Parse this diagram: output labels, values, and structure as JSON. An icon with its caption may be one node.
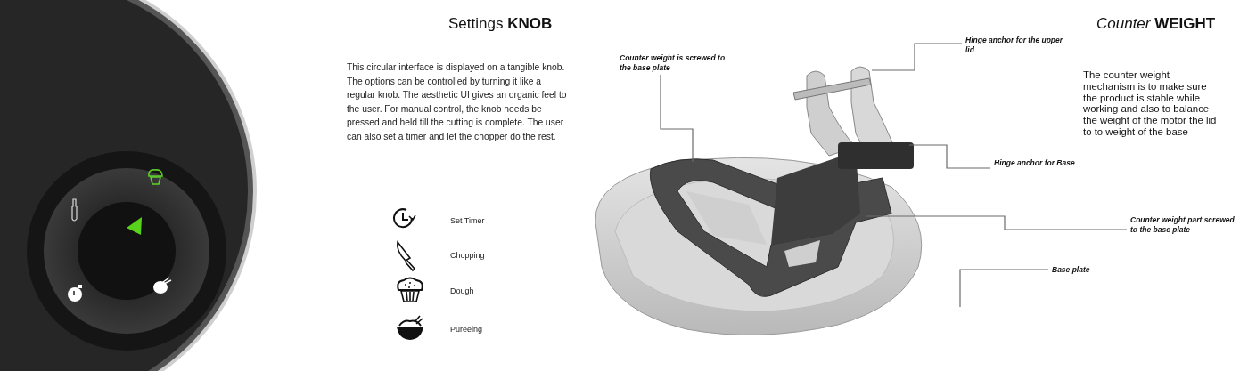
{
  "diagram": {
    "nodes": [
      {
        "text": [
          "Counter weight is screwed to the base plate"
        ]
      },
      {
        "text": [
          "Hinge anchor for the upper lid"
        ]
      },
      {
        "text": [
          "Hinge anchor for Base"
        ]
      },
      {
        "text": [
          "Counter weight part screwed to the base plate"
        ]
      },
      {
        "text": [
          "Base plate"
        ]
      }
    ],
    "edges": [
      {
        "from": 0,
        "to": null,
        "arrow": "none"
      },
      {
        "from": 1,
        "to": null,
        "arrow": "none"
      },
      {
        "from": 2,
        "to": null,
        "arrow": "none"
      },
      {
        "from": 3,
        "to": null,
        "arrow": "none"
      },
      {
        "from": 4,
        "to": null,
        "arrow": "none"
      }
    ],
    "labels": [
      "Settings **KNOB**",
      "This circular interface is displayed on a tangible knob. The options can be controlled by turning it like a regular knob. The aesthetic UI gives an organic feel to the user. For manual control, the knob needs be pressed and held till the cutting is complete. The user can also set a timer and let the chopper do the rest.",
      "Set Timer",
      "Chopping",
      "Dough",
      "Pureeing",
      "*Counter* **WEIGHT**",
      "The counter weight mechanism is to make sure the product is stable while working and also to balance the weight of the motor the lid to to weight of the base"
    ]
  }
}
